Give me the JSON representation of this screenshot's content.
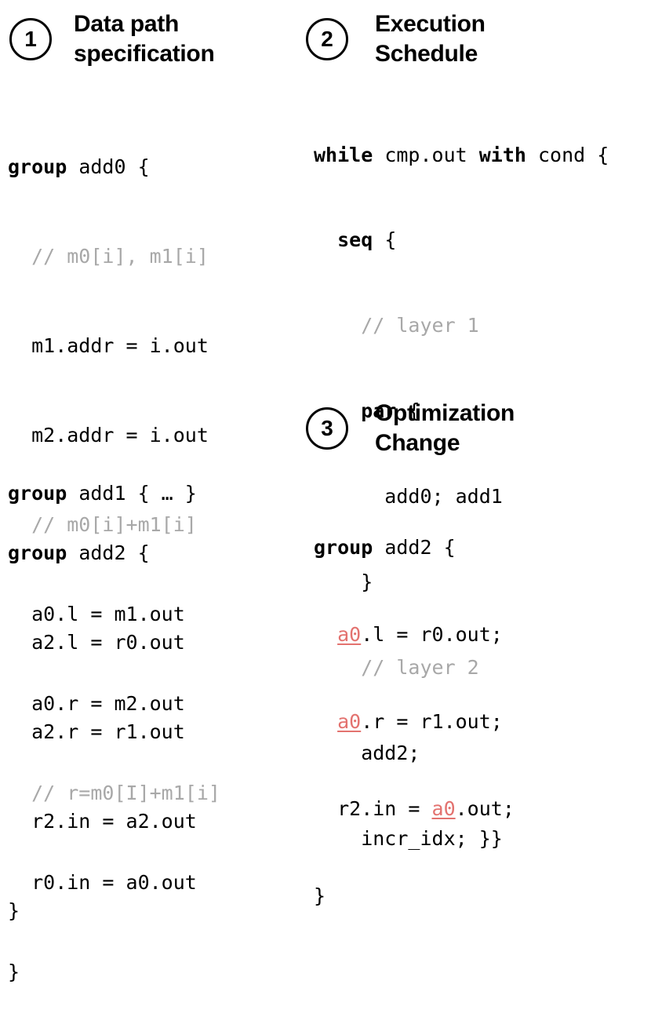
{
  "sections": [
    {
      "number": "1",
      "title_line1": "Data path",
      "title_line2": "specification"
    },
    {
      "number": "2",
      "title_line1": "Execution",
      "title_line2": "Schedule"
    },
    {
      "number": "3",
      "title_line1": "Optimization",
      "title_line2": "Change"
    }
  ],
  "left": {
    "g0_kw": "group",
    "g0_rest": " add0 {",
    "c1": "  // m0[i], m1[i]",
    "l1": "  m1.addr = i.out",
    "l2": "  m2.addr = i.out",
    "c2": "  // m0[i]+m1[i]",
    "l3": "  a0.l = m1.out",
    "l4": "  a0.r = m2.out",
    "c3": "  // r=m0[I]+m1[i]",
    "l5": "  r0.in = a0.out",
    "close1": "}",
    "g1_kw": "group",
    "g1_rest": " add1 { … }",
    "g2_kw": "group",
    "g2_rest": " add2 {",
    "l6": "  a2.l = r0.out",
    "l7": "  a2.r = r1.out",
    "l8": "  r2.in = a2.out",
    "close2": "}"
  },
  "schedule": {
    "while_kw": "while",
    "while_mid": " cmp.out ",
    "with_kw": "with",
    "while_end": " cond {",
    "seq_indent": "  ",
    "seq_kw": "seq",
    "seq_rest": " {",
    "c1": "    // layer 1",
    "par_indent": "    ",
    "par_kw": "par",
    "par_rest": " {",
    "l1": "      add0; add1",
    "l2": "    }",
    "c2": "    // layer 2",
    "l3": "    add2;",
    "l4": "    incr_idx; }}"
  },
  "change": {
    "g_kw": "group",
    "g_rest": " add2 {",
    "indent": "  ",
    "hl1": "a0",
    "r1": ".l = r0.out;",
    "hl2": "a0",
    "r2": ".r = r1.out;",
    "l3a": "  r2.in = ",
    "hl3": "a0",
    "l3b": ".out;",
    "close": "}"
  },
  "colors": {
    "comment": "#a8a8a8",
    "highlight": "#e3726f"
  }
}
